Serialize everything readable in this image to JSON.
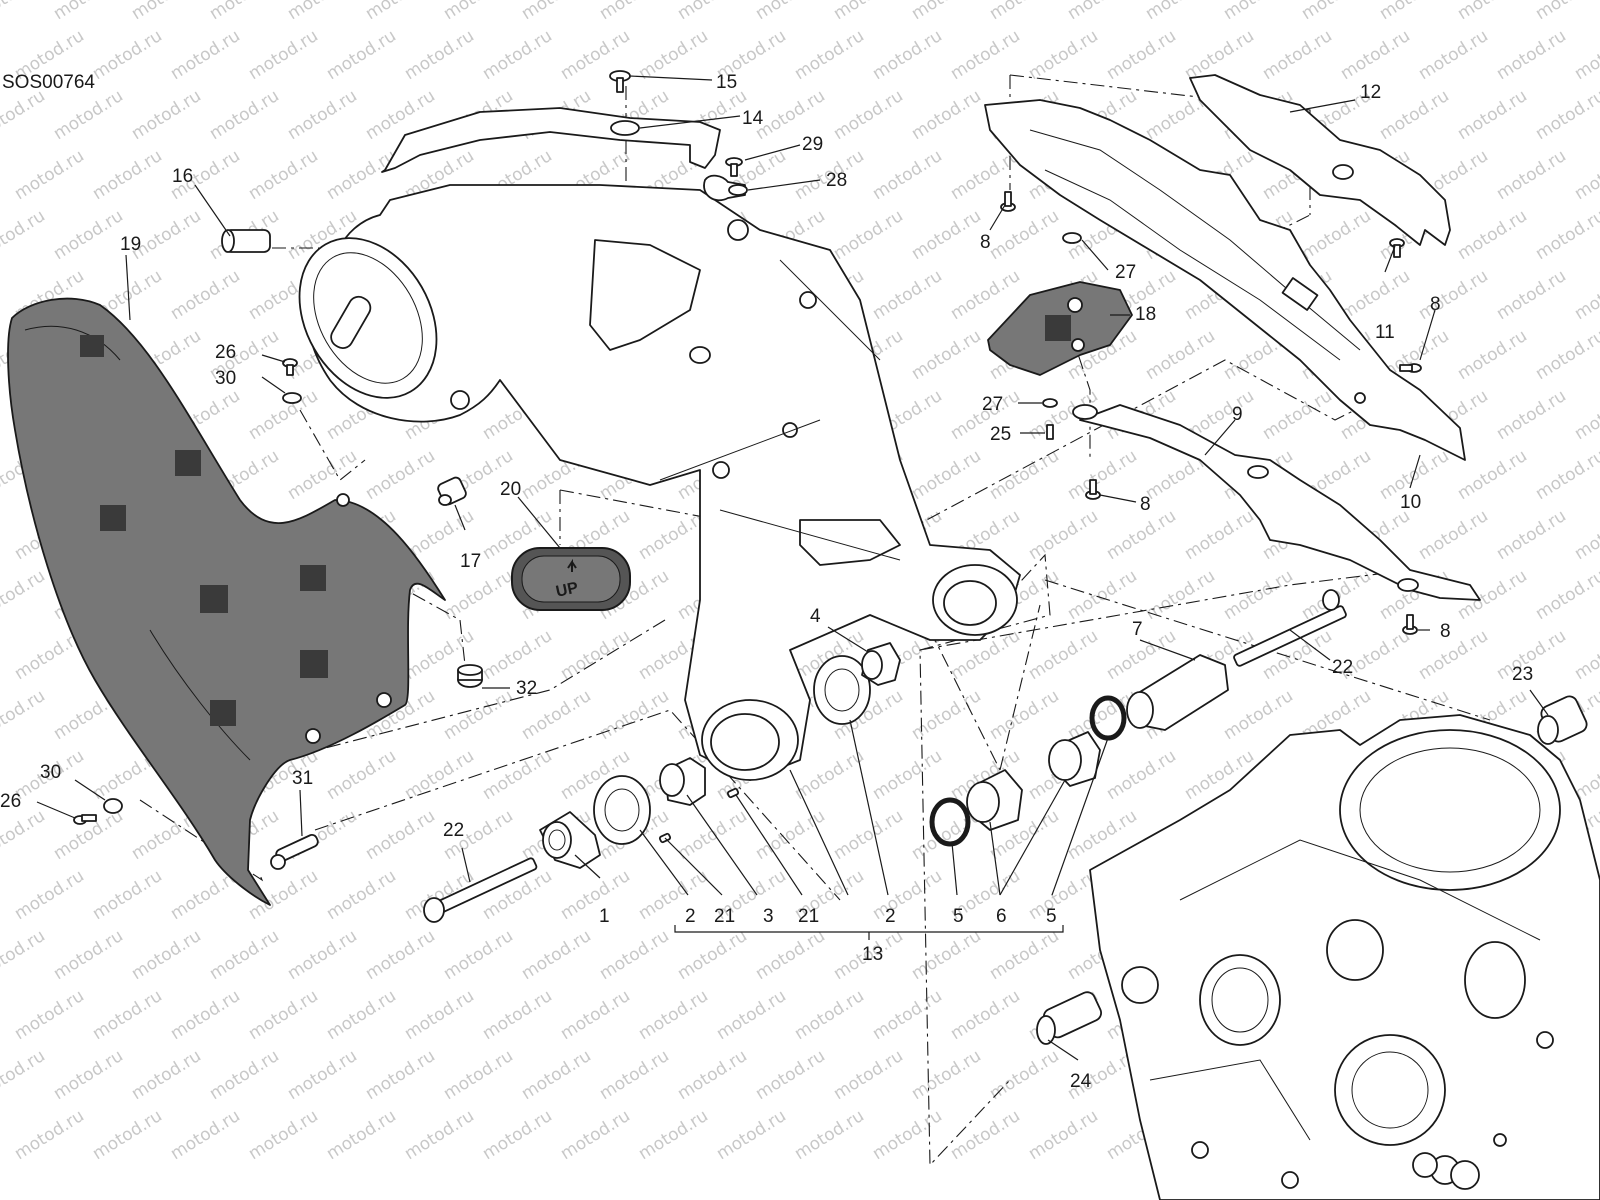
{
  "diagram": {
    "reference_code": "SOS00764",
    "watermark": "motod.ru",
    "badge_text": "UP",
    "group_label": "13"
  },
  "callouts": [
    {
      "id": "1",
      "label": "1"
    },
    {
      "id": "2a",
      "label": "2"
    },
    {
      "id": "21a",
      "label": "21"
    },
    {
      "id": "3",
      "label": "3"
    },
    {
      "id": "21b",
      "label": "21"
    },
    {
      "id": "2b",
      "label": "2"
    },
    {
      "id": "5a",
      "label": "5"
    },
    {
      "id": "6",
      "label": "6"
    },
    {
      "id": "5b",
      "label": "5"
    },
    {
      "id": "4",
      "label": "4"
    },
    {
      "id": "7",
      "label": "7"
    },
    {
      "id": "8a",
      "label": "8"
    },
    {
      "id": "8b",
      "label": "8"
    },
    {
      "id": "8c",
      "label": "8"
    },
    {
      "id": "8d",
      "label": "8"
    },
    {
      "id": "9",
      "label": "9"
    },
    {
      "id": "10",
      "label": "10"
    },
    {
      "id": "11",
      "label": "11"
    },
    {
      "id": "12",
      "label": "12"
    },
    {
      "id": "14",
      "label": "14"
    },
    {
      "id": "15",
      "label": "15"
    },
    {
      "id": "16",
      "label": "16"
    },
    {
      "id": "17",
      "label": "17"
    },
    {
      "id": "18",
      "label": "18"
    },
    {
      "id": "19",
      "label": "19"
    },
    {
      "id": "20",
      "label": "20"
    },
    {
      "id": "22a",
      "label": "22"
    },
    {
      "id": "22b",
      "label": "22"
    },
    {
      "id": "23",
      "label": "23"
    },
    {
      "id": "24",
      "label": "24"
    },
    {
      "id": "25",
      "label": "25"
    },
    {
      "id": "26a",
      "label": "26"
    },
    {
      "id": "26b",
      "label": "26"
    },
    {
      "id": "27a",
      "label": "27"
    },
    {
      "id": "27b",
      "label": "27"
    },
    {
      "id": "28",
      "label": "28"
    },
    {
      "id": "29",
      "label": "29"
    },
    {
      "id": "30a",
      "label": "30"
    },
    {
      "id": "30b",
      "label": "30"
    },
    {
      "id": "31",
      "label": "31"
    },
    {
      "id": "32",
      "label": "32"
    }
  ]
}
